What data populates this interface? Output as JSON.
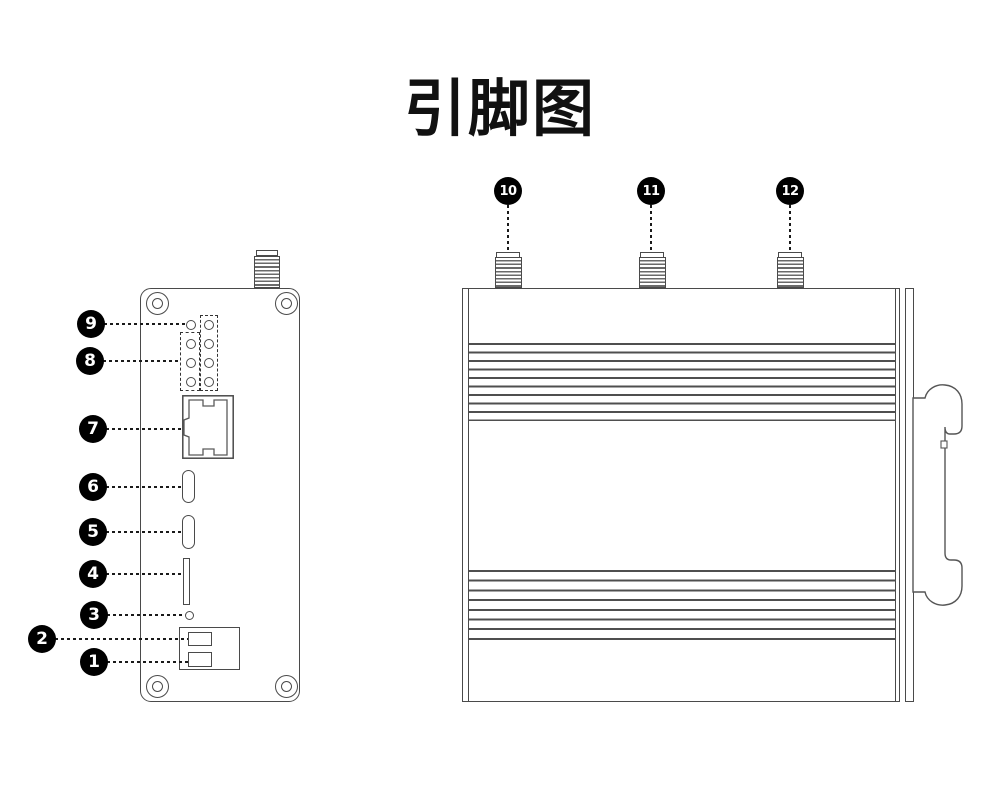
{
  "title": "引脚图",
  "colors": {
    "line": "#4a4a4a",
    "badge_bg": "#000000",
    "badge_text": "#ffffff",
    "background": "#ffffff"
  },
  "callouts": [
    {
      "label": "1"
    },
    {
      "label": "2"
    },
    {
      "label": "3"
    },
    {
      "label": "4"
    },
    {
      "label": "5"
    },
    {
      "label": "6"
    },
    {
      "label": "7"
    },
    {
      "label": "8"
    },
    {
      "label": "9"
    },
    {
      "label": "10"
    },
    {
      "label": "11"
    },
    {
      "label": "12"
    }
  ]
}
